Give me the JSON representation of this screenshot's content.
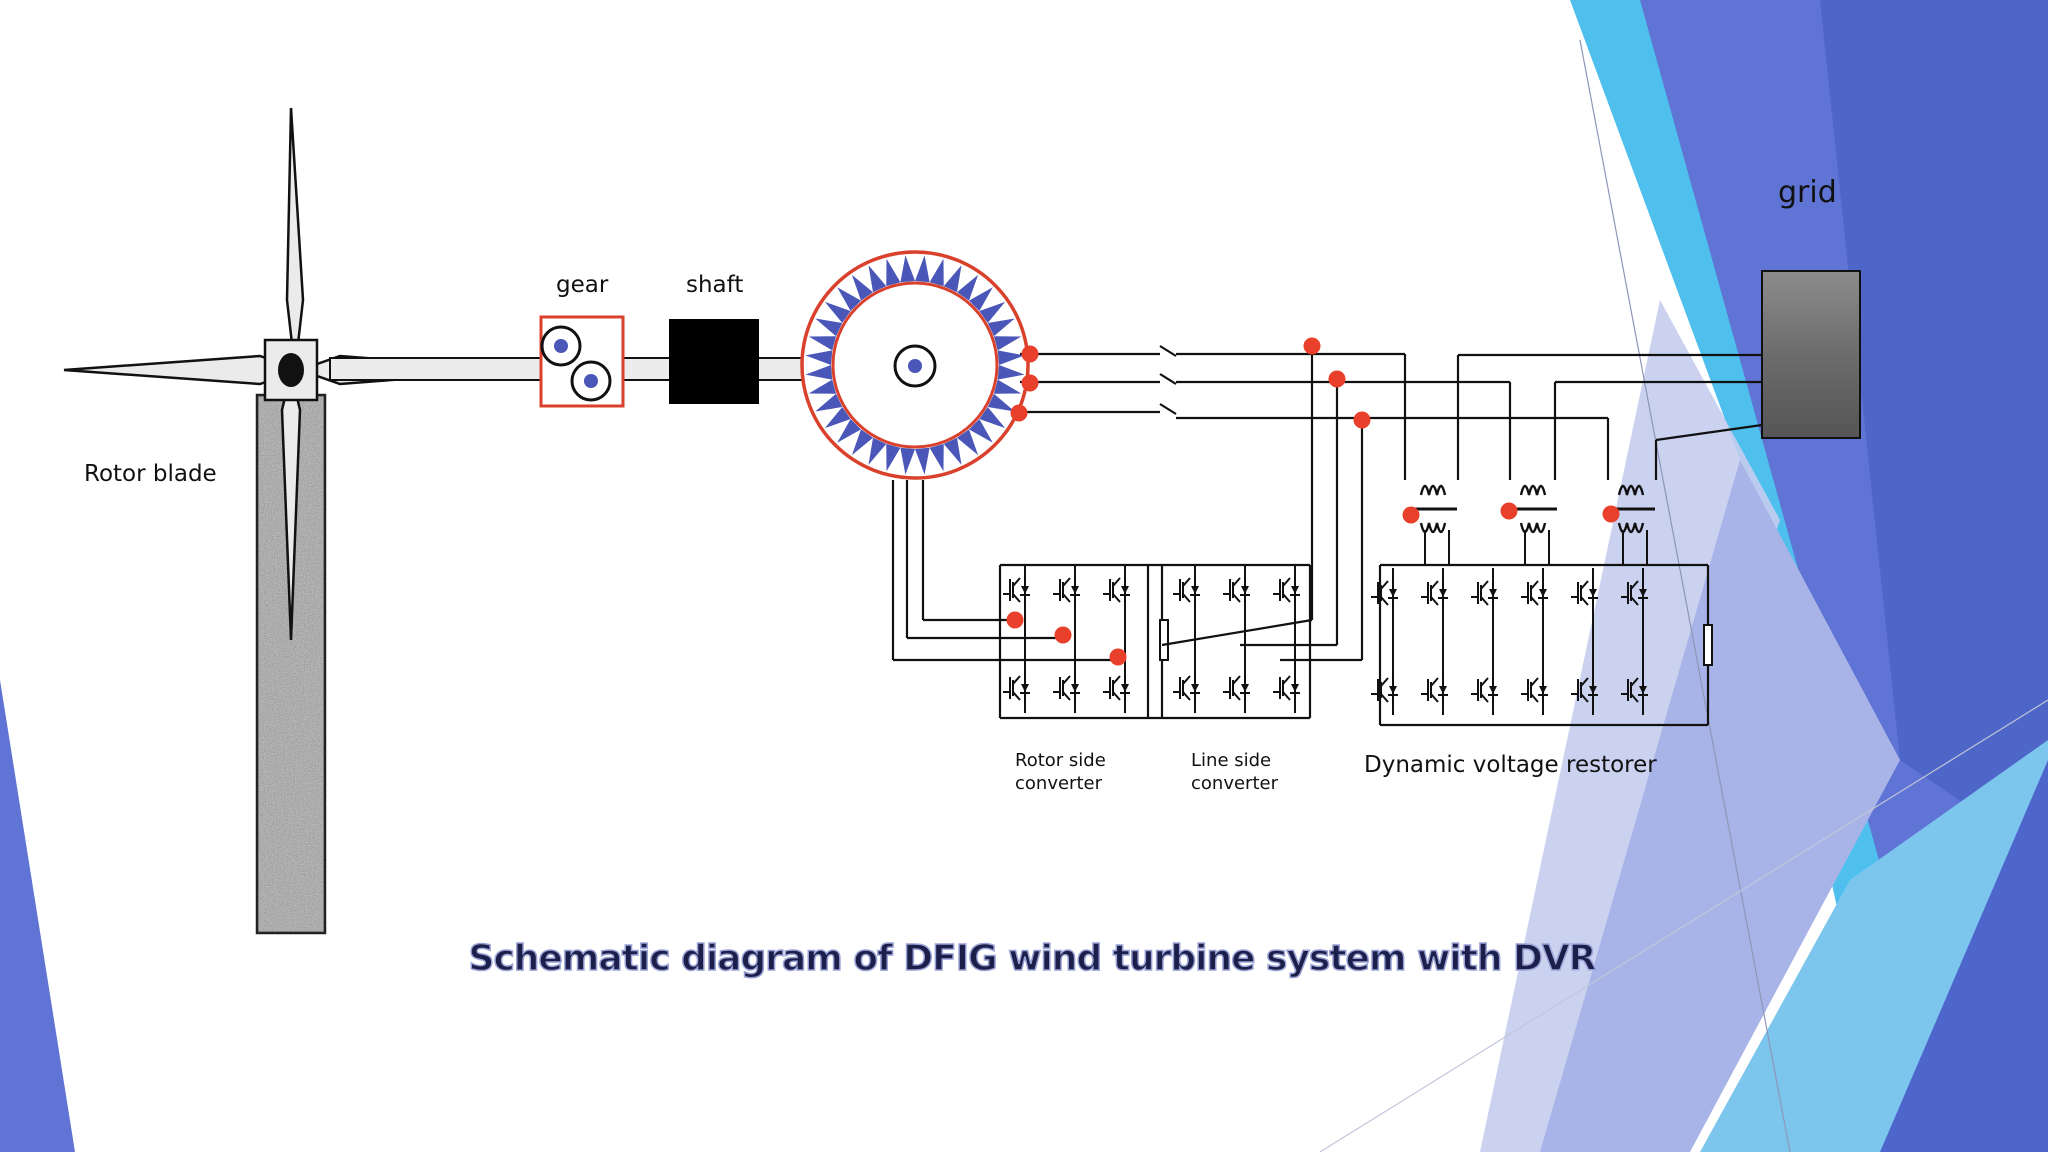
{
  "labels": {
    "rotor_blade": "Rotor blade",
    "gear": "gear",
    "shaft": "shaft",
    "grid": "grid",
    "rotor_converter_1": "Rotor side",
    "rotor_converter_2": "converter",
    "line_converter_1": "Line side",
    "line_converter_2": "converter",
    "dvr": "Dynamic voltage restorer"
  },
  "title": "Schematic diagram of DFIG wind turbine system with DVR",
  "colors": {
    "dot": "#e8402a",
    "gear_box": "#d9412c",
    "generator_ring": "#d9412c",
    "generator_teeth": "#4a56b8",
    "rotor_dot": "#4a56b8",
    "bg_blue_1": "#4fc0ee",
    "bg_blue_2": "#5566cc",
    "bg_blue_3": "#a8b4e8"
  }
}
